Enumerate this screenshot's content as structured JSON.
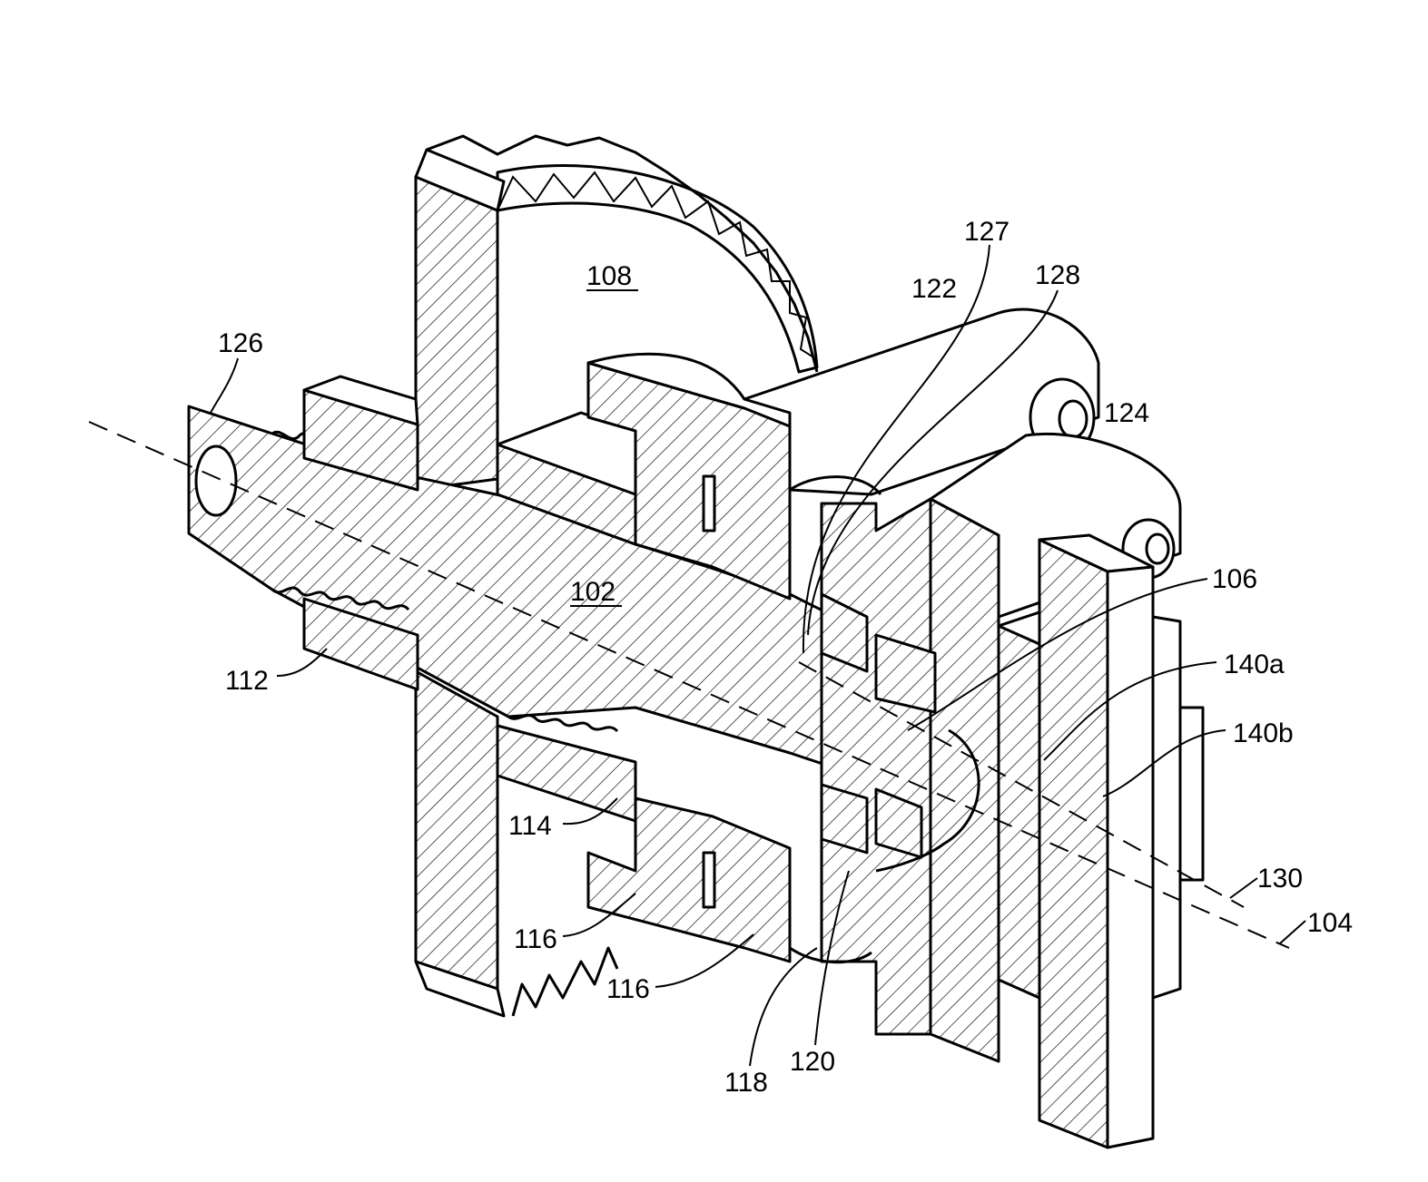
{
  "labels": {
    "l102": "102",
    "l104": "104",
    "l106": "106",
    "l108": "108",
    "l112": "112",
    "l114": "114",
    "l116a": "116",
    "l116b": "116",
    "l118": "118",
    "l120": "120",
    "l122": "122",
    "l124": "124",
    "l126": "126",
    "l127": "127",
    "l128": "128",
    "l130": "130",
    "l140a": "140a",
    "l140b": "140b"
  },
  "colors": {
    "ink": "#000000",
    "paper": "#ffffff"
  }
}
